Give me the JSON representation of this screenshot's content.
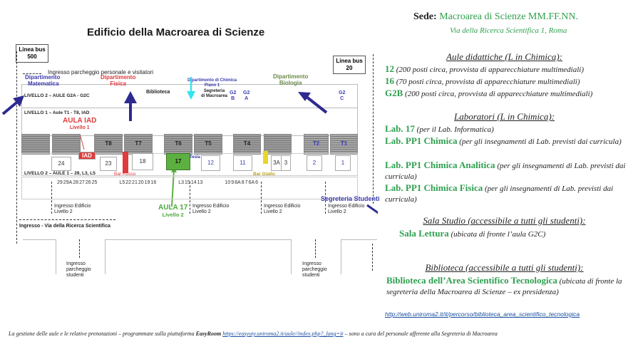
{
  "map": {
    "title": "Edificio della Macroarea di Scienze",
    "bus_500": [
      "Linea bus",
      "500"
    ],
    "bus_20": [
      "Linea bus",
      "20"
    ],
    "ingresso_parcheggio_personale": "Ingresso parcheggio personale e visitatori",
    "dip_matematica": [
      "Dipartimento",
      "Matematica"
    ],
    "dip_fisica": [
      "Dipartimento",
      "Fisica"
    ],
    "dip_chimica": [
      "Dipartimento di Chimica",
      "Piano 1"
    ],
    "segreteria_macroarea": [
      "Segreteria",
      "di Macroarea"
    ],
    "dip_biologia": [
      "Dipartimento",
      "Biologia"
    ],
    "biblioteca": "Biblioteca",
    "livello2_g2": "LIVELLO 2 – AULE G2A - G2C",
    "livello1": "LIVELLO 1 – Aule T1 - T8, IAD",
    "livello2_aule": "LIVELLO 2 – AULE 1 – 29, L3, L5",
    "g2b": [
      "G2",
      "B"
    ],
    "g2a": [
      "G2",
      "A"
    ],
    "g2c": [
      "G2",
      "C"
    ],
    "aula_iad": [
      "AULA IAD",
      "Livello 1"
    ],
    "aula_17": [
      "AULA 17",
      "Livello 2"
    ],
    "bar_rosso": "Bar Rosso",
    "bar_giallo": "Bar Giallo",
    "tesla": "Tesla",
    "segreteria_studenti": "Segreteria Studenti",
    "t_rooms": [
      "T8",
      "T7",
      "T6",
      "T5",
      "T4",
      "T2",
      "T1"
    ],
    "mid_rooms": [
      "IAD",
      "24",
      "23",
      "18",
      "17",
      "12",
      "11",
      "3A",
      "3",
      "2",
      "1"
    ],
    "low_rooms": [
      "29",
      "29A",
      "28",
      "27",
      "26",
      "25",
      "L5",
      "22",
      "21",
      "20",
      "19",
      "16",
      "L3",
      "15",
      "14",
      "13",
      "10",
      "9",
      "8A",
      "8",
      "7",
      "6A",
      "6"
    ],
    "ingresso_edificio": [
      "Ingresso Edificio",
      "Livello 2"
    ],
    "ingresso_via": "Ingresso - Via della Ricerca Scientifica",
    "ingresso_parcheggio_studenti": [
      "Ingresso",
      "parcheggio",
      "studenti"
    ]
  },
  "header": {
    "sede_label": "Sede:",
    "sede_name": "Macroarea di Scienze MM.FF.NN.",
    "address": "Via della Ricerca Scientifica 1, Roma"
  },
  "aule": {
    "title": "Aule didattiche (L in Chimica):",
    "items": [
      {
        "name": "12",
        "desc": "(200 posti circa, provvista di apparecchiature multimediali)"
      },
      {
        "name": "16",
        "desc": "(70 posti circa, provvista di apparecchiature multimediali)"
      },
      {
        "name": "G2B",
        "desc": "(200 posti circa, provvista di apparecchiature multimediali)"
      }
    ]
  },
  "laboratori": {
    "title": "Laboratori (L in Chimica):",
    "items": [
      {
        "name": "Lab. 17",
        "desc": "(per il Lab. Informatica)"
      },
      {
        "name": "Lab. PP1 Chimica",
        "desc": "(per gli insegnamenti di Lab. previsti dai curricula)"
      },
      {
        "name": "Lab. PP1 Chimica Analitica",
        "desc": "(per gli insegnamenti di Lab. previsti dai curricula)"
      },
      {
        "name": "Lab. PP1 Chimica Fisica",
        "desc": "(per gli insegnamenti di Lab. previsti dai curricula)"
      }
    ]
  },
  "sala_studio": {
    "title": "Sala Studio (accessibile a tutti gli studenti):",
    "name": "Sala Lettura",
    "desc": "(ubicata di fronte l’aula G2C)"
  },
  "biblioteca": {
    "title": "Biblioteca (accessibile a tutti gli studenti):",
    "name": "Biblioteca dell’Area Scientifico Tecnologica",
    "desc": "(ubicata di fronte la segreteria della Macroarea di Scienze – ex presidenza)",
    "link": "http://web.uniroma2.it/it/percorso/biblioteca_area_scientifico_tecnologica"
  },
  "footer": {
    "text_before": "La gestione delle aule e le relative prenotazioni  – programmate sulla piattaforma",
    "platform": "EasyRoom",
    "link": "https://easyuty.uniroma2.it/aule//index.php?_lang=it",
    "text_after": "– sono a cura del personale afferente alla Segreteria di Macroarea"
  },
  "colors": {
    "accent_green": "#2fa04f",
    "link_blue": "#1a4fa0",
    "arrow_navy": "#2d2a8f",
    "highlight_red": "#e03a3a",
    "lab_green": "#5cb040",
    "bar_yellow": "#e8d62a"
  }
}
